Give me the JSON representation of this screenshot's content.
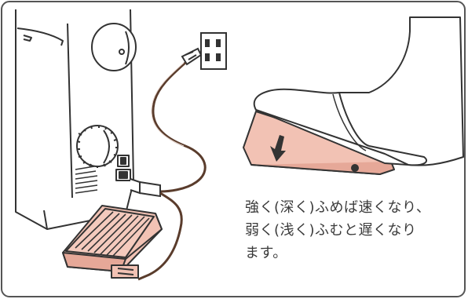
{
  "caption": {
    "lines": [
      "強く(深く)ふめば速くなり、",
      "弱く(浅く)ふむと遅くなり",
      "ます。"
    ]
  },
  "colors": {
    "pedal_fill": "#f2c2b4",
    "line": "#333333",
    "border": "#555555",
    "cord": "#6a4a38"
  },
  "icons": {
    "arrow": "down-arrow-icon"
  }
}
